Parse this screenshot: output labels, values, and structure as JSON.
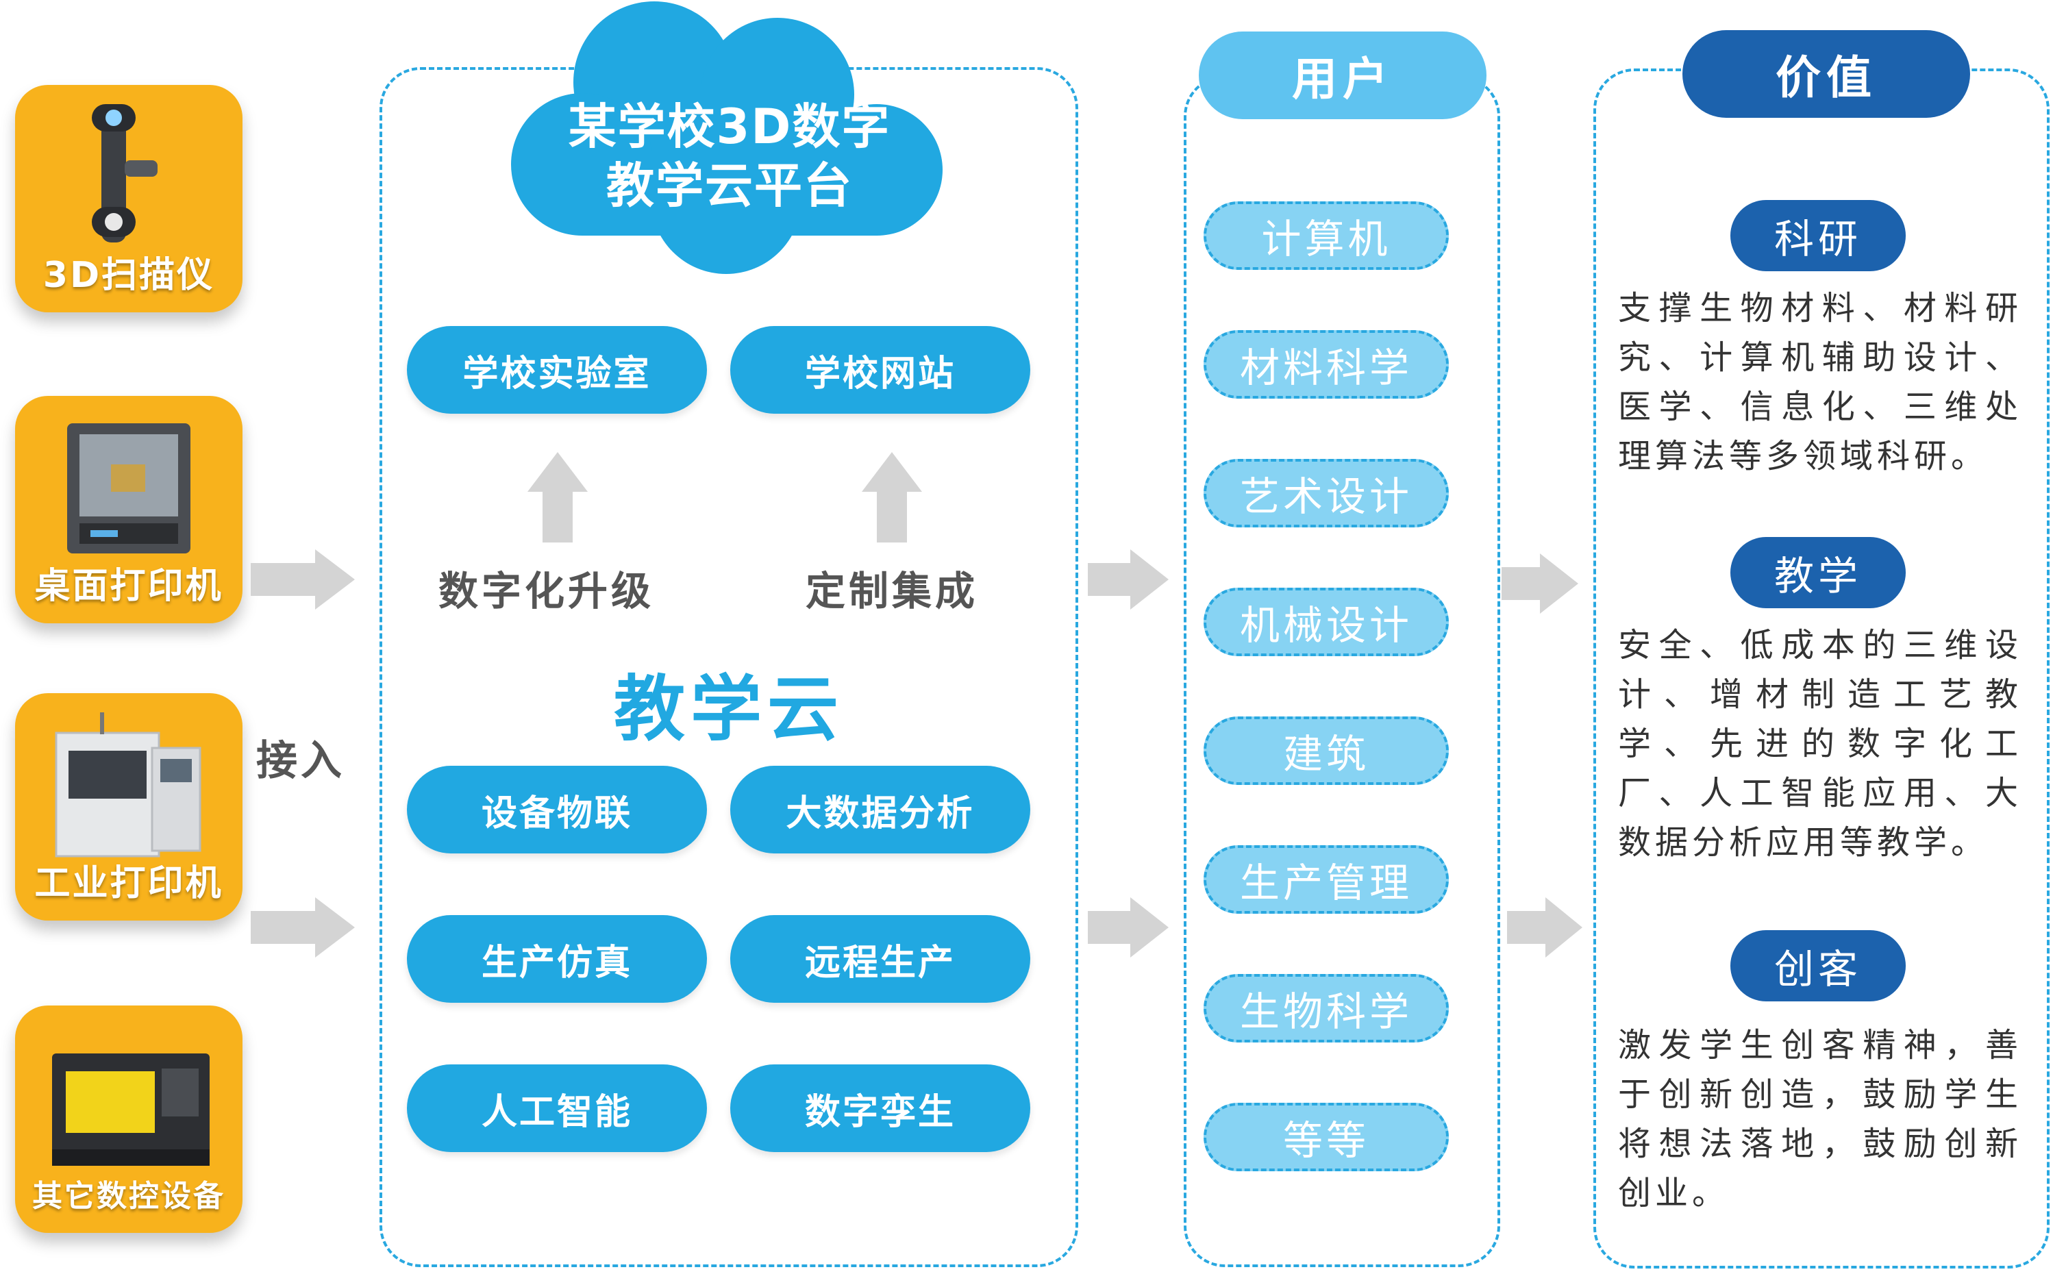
{
  "devices": [
    {
      "label": "3D扫描仪",
      "icon": "3d-scanner-icon"
    },
    {
      "label": "桌面打印机",
      "icon": "desktop-printer-icon"
    },
    {
      "label": "工业打印机",
      "icon": "industrial-printer-icon"
    },
    {
      "label": "其它数控设备",
      "icon": "cnc-machine-icon"
    }
  ],
  "connect_label": "接入",
  "platform": {
    "title_line1": "某学校3D数字",
    "title_line2": "教学云平台",
    "top_pills": [
      "学校实验室",
      "学校网站"
    ],
    "upgrade_labels": [
      "数字化升级",
      "定制集成"
    ],
    "center_label": "教学云",
    "bottom_pills": [
      "设备物联",
      "大数据分析",
      "生产仿真",
      "远程生产",
      "人工智能",
      "数字孪生"
    ]
  },
  "users": {
    "header": "用户",
    "items": [
      "计算机",
      "材料科学",
      "艺术设计",
      "机械设计",
      "建筑",
      "生产管理",
      "生物科学",
      "等等"
    ]
  },
  "value": {
    "header": "价值",
    "sections": [
      {
        "title": "科研",
        "text": "支撑生物材料、材料研究、计算机辅助设计、医学、信息化、三维处理算法等多领域科研。"
      },
      {
        "title": "教学",
        "text": "安全、低成本的三维设计、增材制造工艺教学、先进的数字化工厂、人工智能应用、大数据分析应用等教学。"
      },
      {
        "title": "创客",
        "text": "激发学生创客精神，善于创新创造，鼓励学生将想法落地，鼓励创新创业。"
      }
    ]
  },
  "colors": {
    "tile": "#f8b21c",
    "platform_blue": "#21a8e1",
    "user_light_blue": "#87d3f3",
    "value_dark_blue": "#1c62ad",
    "arrow_gray": "#d4d4d4"
  }
}
